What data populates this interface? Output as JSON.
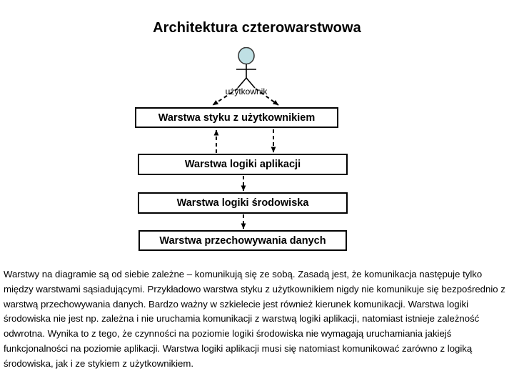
{
  "slide": {
    "title": "Architektura czterowarstwowa",
    "background_color": "#ffffff",
    "text_color": "#000000"
  },
  "actor": {
    "name": "użytkownik",
    "head_fill": "#bfe0e4",
    "outline_color": "#000000"
  },
  "layers": [
    {
      "id": "ui",
      "label": "Warstwa styku z użytkownikiem"
    },
    {
      "id": "app",
      "label": "Warstwa logiki aplikacji"
    },
    {
      "id": "env",
      "label": "Warstwa logiki środowiska"
    },
    {
      "id": "storage",
      "label": "Warstwa przechowywania danych"
    }
  ],
  "connectors": {
    "style": "dashed",
    "color": "#000000",
    "items": [
      {
        "from": "actor",
        "to": "ui",
        "direction": "down-left"
      },
      {
        "from": "actor",
        "to": "ui",
        "direction": "down-right"
      },
      {
        "from": "app",
        "to": "ui",
        "direction": "up"
      },
      {
        "from": "ui",
        "to": "app",
        "direction": "down"
      },
      {
        "from": "app",
        "to": "env",
        "direction": "down"
      },
      {
        "from": "env",
        "to": "storage",
        "direction": "down"
      }
    ]
  },
  "description": {
    "text": "Warstwy na diagramie są od siebie zależne – komunikują się ze sobą. Zasadą jest, że komunikacja następuje tylko między warstwami sąsiadującymi. Przykładowo warstwa styku z użytkownikiem nigdy nie komunikuje się bezpośrednio z warstwą przechowywania danych. Bardzo ważny w szkielecie jest również kierunek komunikacji. Warstwa logiki środowiska nie jest np. zależna i nie uruchamia komunikacji z warstwą logiki aplikacji, natomiast istnieje zależność odwrotna.  Wynika to z tego, że czynności na poziomie logiki środowiska nie wymagają uruchamiania jakiejś funkcjonalności na poziomie aplikacji. Warstwa logiki aplikacji musi się natomiast komunikować zarówno z logiką środowiska, jak i ze stykiem z użytkownikiem."
  }
}
